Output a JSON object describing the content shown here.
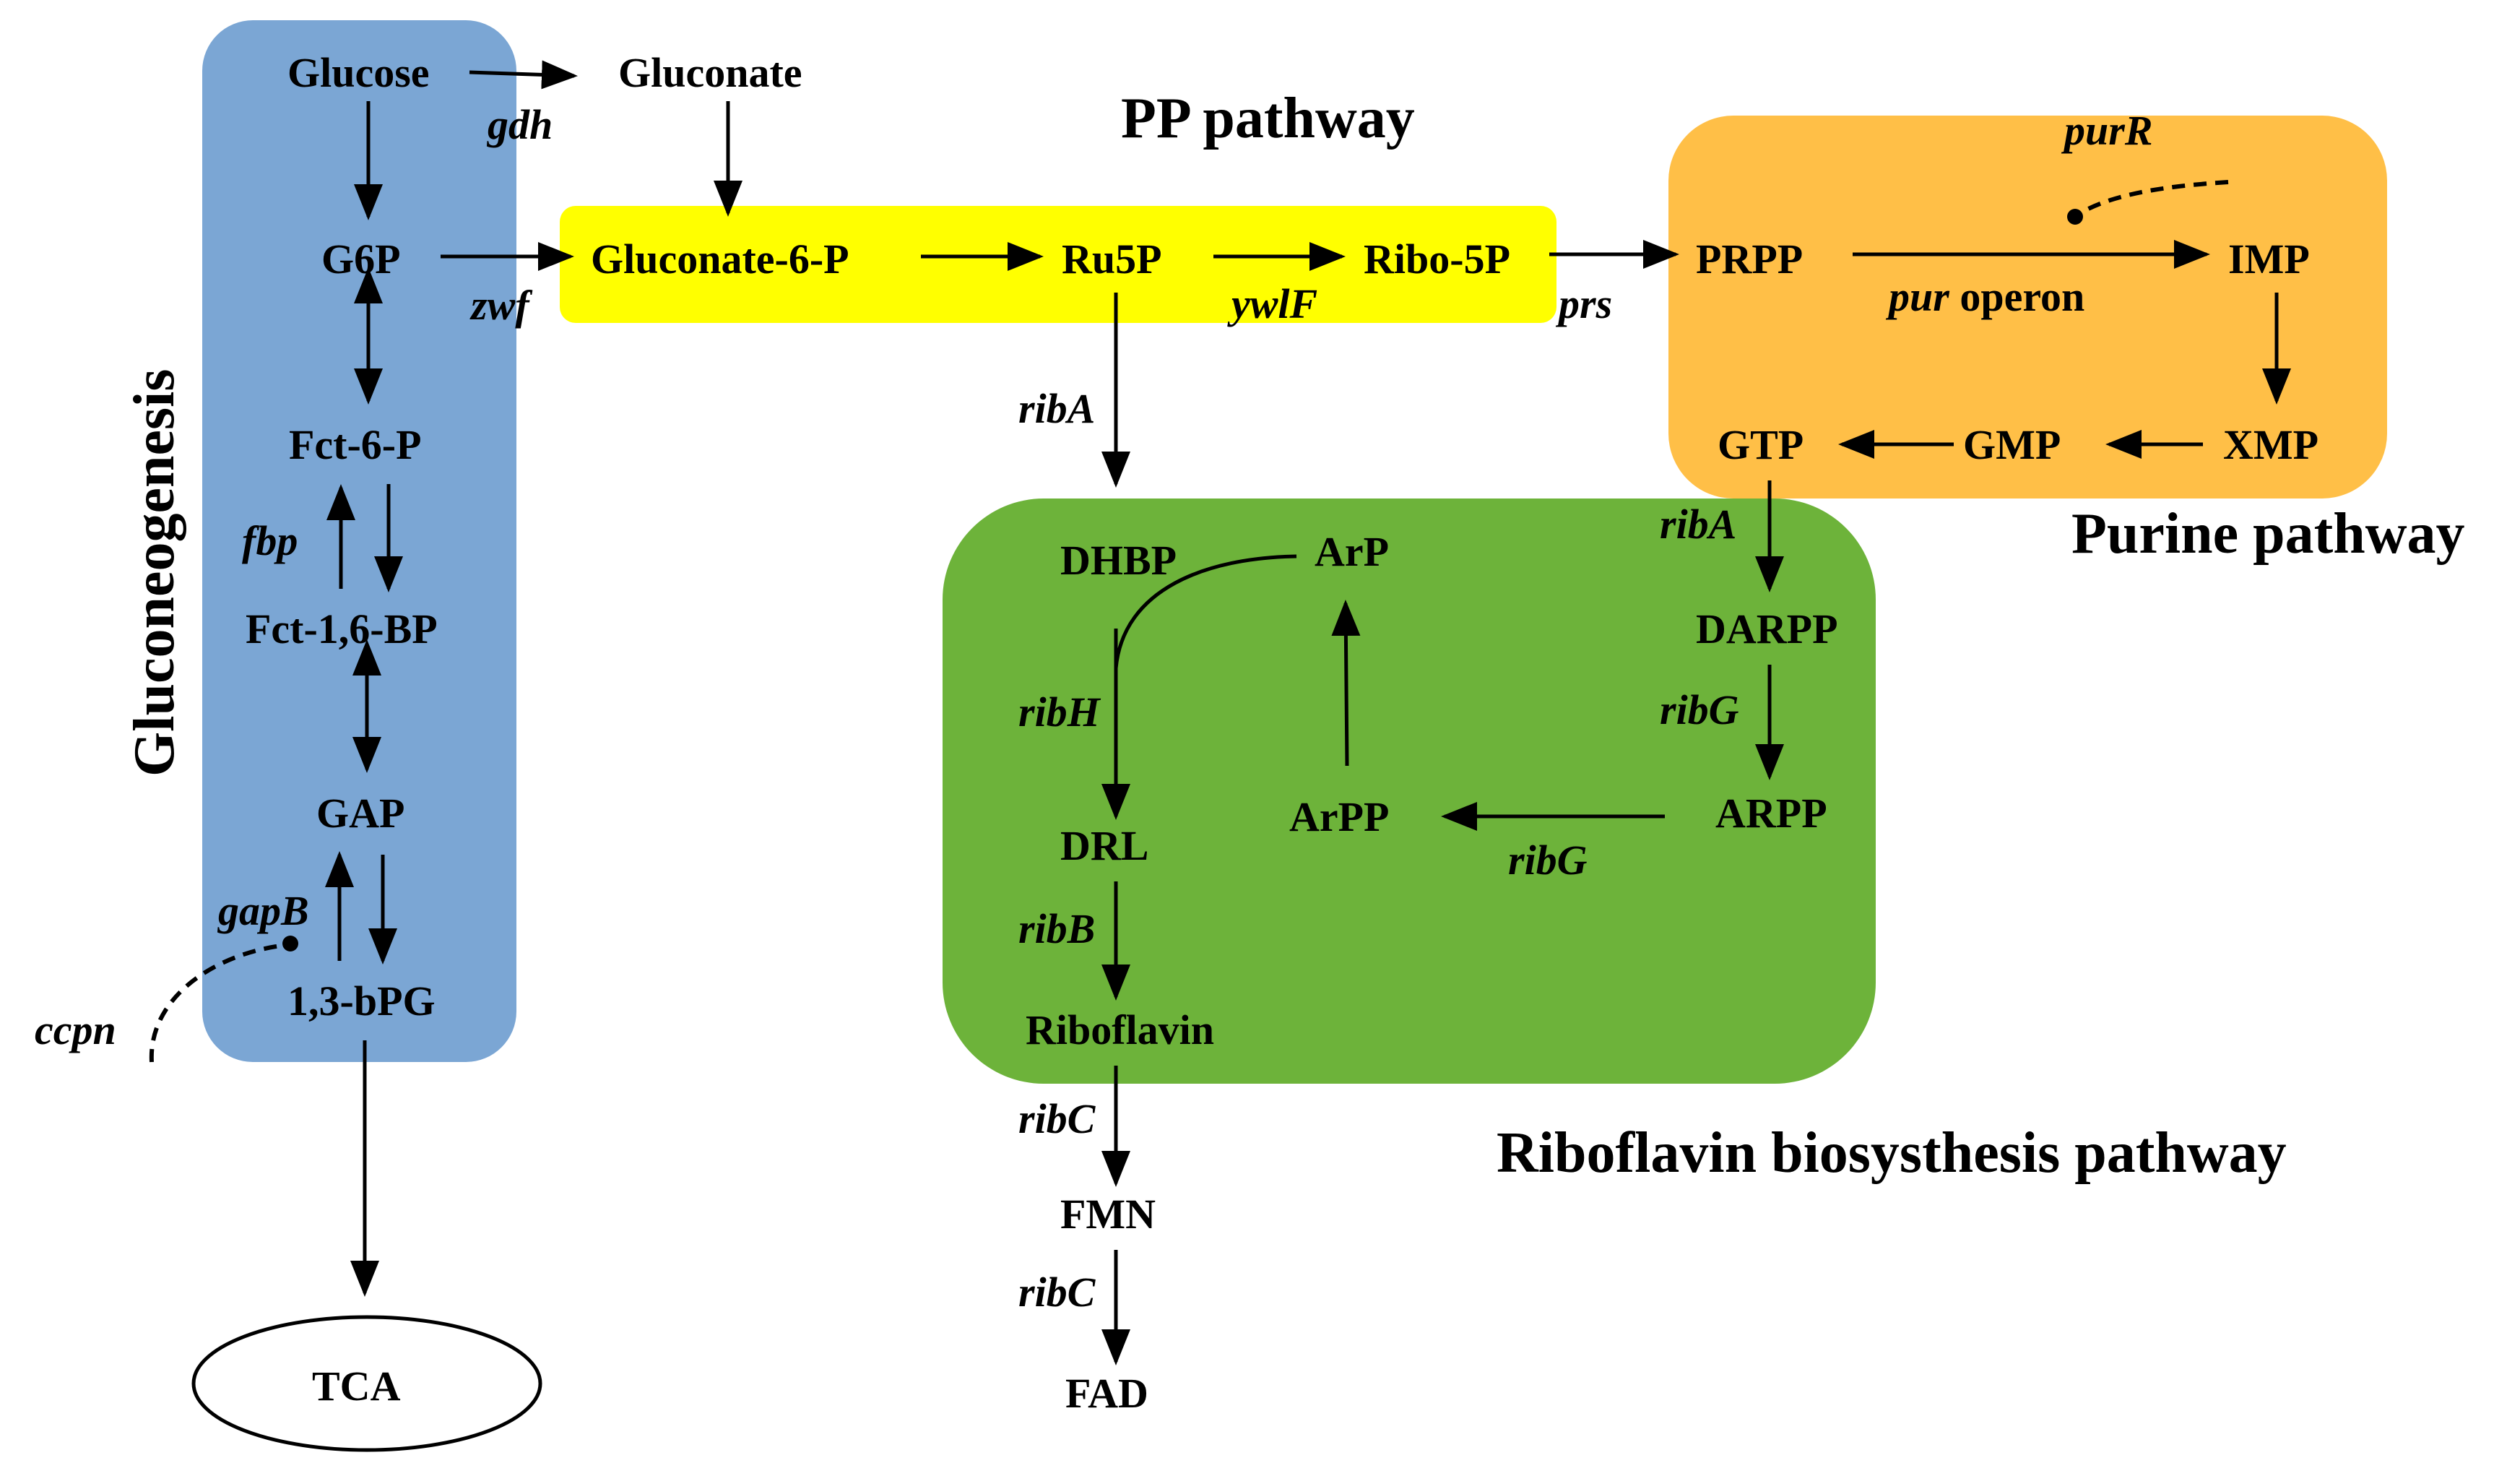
{
  "titles": {
    "pp": "PP pathway",
    "purine": "Purine pathway",
    "gluconeogenesis": "Gluconeogenesis",
    "riboflavin": "Riboflavin biosysthesis pathway"
  },
  "nodes": {
    "glucose": "Glucose",
    "gluconate": "Gluconate",
    "g6p": "G6P",
    "gluconate6p": "Gluconate-6-P",
    "ru5p": "Ru5P",
    "ribo5p": "Ribo-5P",
    "prpp": "PRPP",
    "imp": "IMP",
    "xmp": "XMP",
    "gmp": "GMP",
    "gtp": "GTP",
    "fct6p": "Fct-6-P",
    "fct16bp": "Fct-1,6-BP",
    "gap": "GAP",
    "bpg": "1,3-bPG",
    "tca": "TCA",
    "dhbp": "DHBP",
    "arp": "ArP",
    "drl": "DRL",
    "arpp": "ArPP",
    "darpp": "DARPP",
    "arpp2": "ARPP",
    "riboflavin": "Riboflavin",
    "fmn": "FMN",
    "fad": "FAD"
  },
  "enzymes": {
    "gdh": "gdh",
    "zwf": "zwf",
    "ywlF": "ywlF",
    "prs": "prs",
    "purR": "purR",
    "pur": "pur",
    "operon": " operon",
    "ribA_top": "ribA",
    "ribA_gtp": "ribA",
    "fbp": "fbp",
    "gapB": "gapB",
    "ccpn": "ccpn",
    "ribH": "ribH",
    "ribB": "ribB",
    "ribG_top": "ribG",
    "ribG_bottom": "ribG",
    "ribC_1": "ribC",
    "ribC_2": "ribC"
  },
  "colors": {
    "gluconeogenesis_box": "#7BA6D4",
    "pp_box": "#FFFF00",
    "purine_box": "#FFBF47",
    "riboflavin_box": "#6DB33A"
  }
}
